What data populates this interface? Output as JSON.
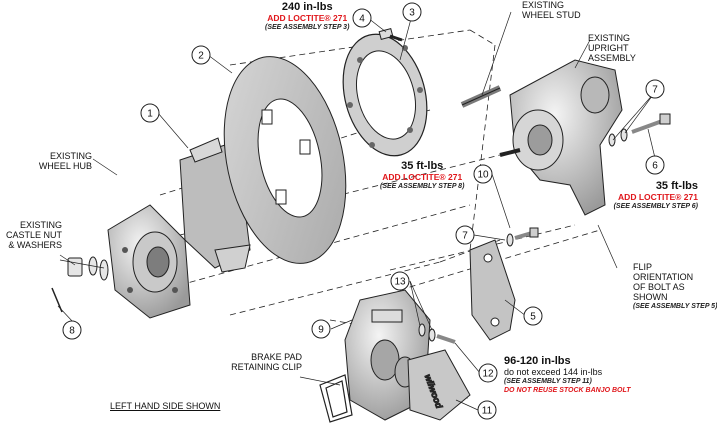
{
  "callouts": [
    {
      "id": "c1",
      "number": "1"
    },
    {
      "id": "c2",
      "number": "2"
    },
    {
      "id": "c3",
      "number": "3"
    },
    {
      "id": "c4",
      "number": "4"
    },
    {
      "id": "c5",
      "number": "5"
    },
    {
      "id": "c6",
      "number": "6"
    },
    {
      "id": "c7a",
      "number": "7"
    },
    {
      "id": "c7b",
      "number": "7"
    },
    {
      "id": "c8",
      "number": "8"
    },
    {
      "id": "c9",
      "number": "9"
    },
    {
      "id": "c10",
      "number": "10"
    },
    {
      "id": "c11",
      "number": "11"
    },
    {
      "id": "c12",
      "number": "12"
    },
    {
      "id": "c13",
      "number": "13"
    }
  ],
  "labels": {
    "wheel_stud": [
      "EXISTING",
      "WHEEL STUD"
    ],
    "upright": [
      "EXISTING",
      "UPRIGHT",
      "ASSEMBLY"
    ],
    "wheel_hub": [
      "EXISTING",
      "WHEEL HUB"
    ],
    "castle_nut": [
      "EXISTING",
      "CASTLE NUT",
      "& WASHERS"
    ],
    "flip_bolt": [
      "FLIP",
      "ORIENTATION",
      "OF BOLT AS",
      "SHOWN"
    ],
    "brake_clip": [
      "BRAKE PAD",
      "RETAINING CLIP"
    ],
    "left_hand": "LEFT HAND SIDE SHOWN"
  },
  "torque_notes": {
    "item4": {
      "value": "240 in-lbs",
      "loctite": "ADD LOCTITE® 271",
      "step": "(SEE ASSEMBLY STEP 3)"
    },
    "item10": {
      "value": "35 ft-lbs",
      "loctite": "ADD LOCTITE® 271",
      "step": "(SEE ASSEMBLY STEP 8)"
    },
    "item6": {
      "value": "35 ft-lbs",
      "loctite": "ADD LOCTITE® 271",
      "step": "(SEE ASSEMBLY STEP 6)"
    },
    "flip": {
      "step": "(SEE ASSEMBLY STEP 5)"
    },
    "item12": {
      "value": "96-120 in-lbs",
      "limit": "do not exceed 144 in-lbs",
      "step": "(SEE ASSEMBLY STEP 11)",
      "warning": "DO NOT REUSE STOCK BANJO BOLT"
    }
  },
  "logo_text": "wilwood"
}
